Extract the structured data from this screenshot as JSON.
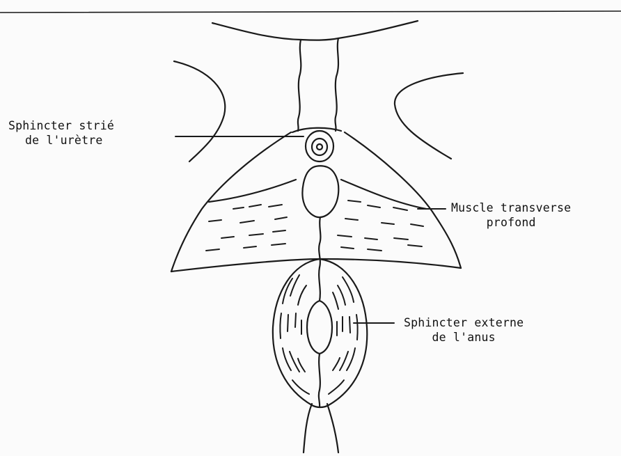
{
  "labels": {
    "urethra": {
      "line1": "Sphincter strié",
      "line2": "de l'urètre"
    },
    "transverse": {
      "line1": "Muscle transverse",
      "line2": "profond"
    },
    "anus": {
      "line1": "Sphincter externe",
      "line2": "de l'anus"
    }
  },
  "colors": {
    "ink": "#1a1a1a",
    "paper": "#fbfbfb"
  }
}
